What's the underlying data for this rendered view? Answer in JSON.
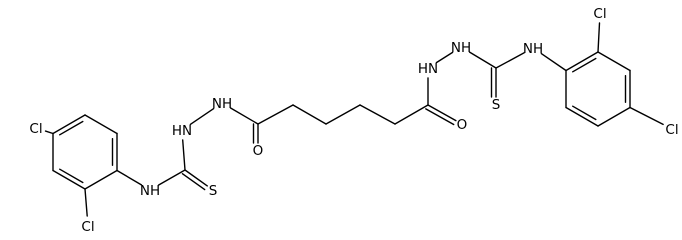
{
  "structure": {
    "atoms": [
      {
        "id": "cl_left_top",
        "symbol": "Cl",
        "show": true
      },
      {
        "id": "cl_left_bottom",
        "symbol": "Cl",
        "show": true
      },
      {
        "id": "nh_left_aryl",
        "symbol": "NH",
        "show": true
      },
      {
        "id": "s_left",
        "symbol": "S",
        "show": true
      },
      {
        "id": "hn_left_1",
        "symbol": "HN",
        "show": true
      },
      {
        "id": "nh_left_2",
        "symbol": "NH",
        "show": true
      },
      {
        "id": "o_left",
        "symbol": "O",
        "show": true
      },
      {
        "id": "o_right",
        "symbol": "O",
        "show": true
      },
      {
        "id": "hn_right_2",
        "symbol": "HN",
        "show": true
      },
      {
        "id": "nh_right_1",
        "symbol": "NH",
        "show": true
      },
      {
        "id": "s_right",
        "symbol": "S",
        "show": true
      },
      {
        "id": "nh_right_aryl",
        "symbol": "NH",
        "show": true
      },
      {
        "id": "cl_right_top",
        "symbol": "Cl",
        "show": true
      },
      {
        "id": "cl_right_bottom",
        "symbol": "Cl",
        "show": true
      },
      {
        "id": "c_l1",
        "symbol": "C",
        "show": false
      },
      {
        "id": "c_l2",
        "symbol": "C",
        "show": false
      },
      {
        "id": "c_l3",
        "symbol": "C",
        "show": false
      },
      {
        "id": "c_l4",
        "symbol": "C",
        "show": false
      },
      {
        "id": "c_l5",
        "symbol": "C",
        "show": false
      },
      {
        "id": "c_l6",
        "symbol": "C",
        "show": false
      },
      {
        "id": "c_thio_left",
        "symbol": "C",
        "show": false
      },
      {
        "id": "c_co_left",
        "symbol": "C",
        "show": false
      },
      {
        "id": "c_ch2_a",
        "symbol": "C",
        "show": false
      },
      {
        "id": "c_ch2_b",
        "symbol": "C",
        "show": false
      },
      {
        "id": "c_ch2_c",
        "symbol": "C",
        "show": false
      },
      {
        "id": "c_ch2_d",
        "symbol": "C",
        "show": false
      },
      {
        "id": "c_co_right",
        "symbol": "C",
        "show": false
      },
      {
        "id": "c_thio_right",
        "symbol": "C",
        "show": false
      },
      {
        "id": "c_r1",
        "symbol": "C",
        "show": false
      },
      {
        "id": "c_r2",
        "symbol": "C",
        "show": false
      },
      {
        "id": "c_r3",
        "symbol": "C",
        "show": false
      },
      {
        "id": "c_r4",
        "symbol": "C",
        "show": false
      },
      {
        "id": "c_r5",
        "symbol": "C",
        "show": false
      },
      {
        "id": "c_r6",
        "symbol": "C",
        "show": false
      }
    ],
    "bonds": [
      {
        "a": "c_l1",
        "b": "c_l2",
        "order": 1
      },
      {
        "a": "c_l2",
        "b": "c_l3",
        "order": 2
      },
      {
        "a": "c_l3",
        "b": "c_l4",
        "order": 1
      },
      {
        "a": "c_l4",
        "b": "c_l5",
        "order": 2
      },
      {
        "a": "c_l5",
        "b": "c_l6",
        "order": 1
      },
      {
        "a": "c_l6",
        "b": "c_l1",
        "order": 2
      },
      {
        "a": "c_l3",
        "b": "cl_left_top",
        "order": 1
      },
      {
        "a": "c_l5",
        "b": "cl_left_bottom",
        "order": 1
      },
      {
        "a": "c_l6",
        "b": "nh_left_aryl",
        "order": 1
      },
      {
        "a": "nh_left_aryl",
        "b": "c_thio_left",
        "order": 1
      },
      {
        "a": "c_thio_left",
        "b": "s_left",
        "order": 2
      },
      {
        "a": "c_thio_left",
        "b": "hn_left_1",
        "order": 1
      },
      {
        "a": "hn_left_1",
        "b": "nh_left_2",
        "order": 1
      },
      {
        "a": "nh_left_2",
        "b": "c_co_left",
        "order": 1
      },
      {
        "a": "c_co_left",
        "b": "o_left",
        "order": 2
      },
      {
        "a": "c_co_left",
        "b": "c_ch2_a",
        "order": 1
      },
      {
        "a": "c_ch2_a",
        "b": "c_ch2_b",
        "order": 1
      },
      {
        "a": "c_ch2_b",
        "b": "c_ch2_c",
        "order": 1
      },
      {
        "a": "c_ch2_c",
        "b": "c_ch2_d",
        "order": 1
      },
      {
        "a": "c_ch2_d",
        "b": "c_co_right",
        "order": 1
      },
      {
        "a": "c_co_right",
        "b": "o_right",
        "order": 2
      },
      {
        "a": "c_co_right",
        "b": "hn_right_2",
        "order": 1
      },
      {
        "a": "hn_right_2",
        "b": "nh_right_1",
        "order": 1
      },
      {
        "a": "nh_right_1",
        "b": "c_thio_right",
        "order": 1
      },
      {
        "a": "c_thio_right",
        "b": "s_right",
        "order": 2
      },
      {
        "a": "c_thio_right",
        "b": "nh_right_aryl",
        "order": 1
      },
      {
        "a": "nh_right_aryl",
        "b": "c_r1",
        "order": 1
      },
      {
        "a": "c_r1",
        "b": "c_r2",
        "order": 2
      },
      {
        "a": "c_r2",
        "b": "c_r3",
        "order": 1
      },
      {
        "a": "c_r3",
        "b": "c_r4",
        "order": 2
      },
      {
        "a": "c_r4",
        "b": "c_r5",
        "order": 1
      },
      {
        "a": "c_r5",
        "b": "c_r6",
        "order": 2
      },
      {
        "a": "c_r6",
        "b": "c_r1",
        "order": 1
      },
      {
        "a": "c_r2",
        "b": "cl_right_top",
        "order": 1
      },
      {
        "a": "c_r4",
        "b": "cl_right_bottom",
        "order": 1
      }
    ]
  }
}
